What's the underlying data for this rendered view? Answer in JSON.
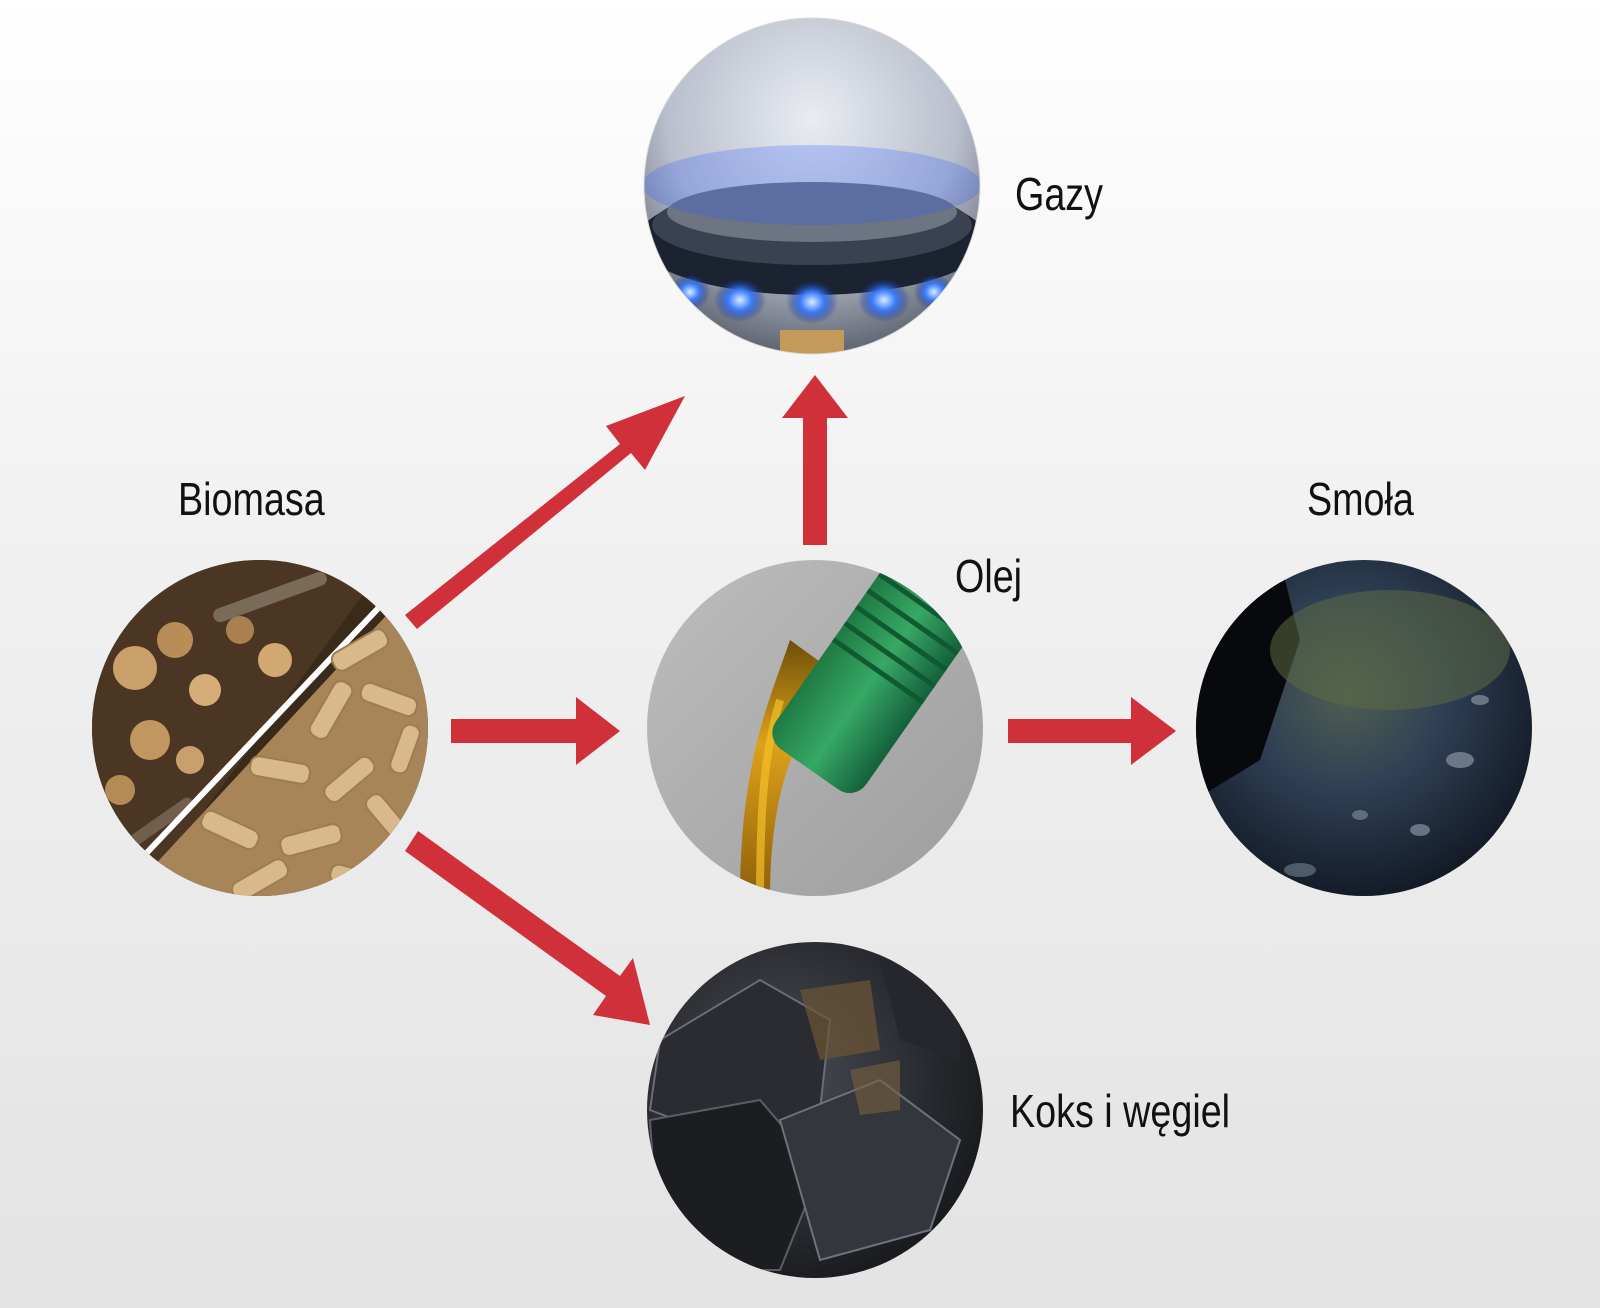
{
  "nodes": {
    "biomass": {
      "label": "Biomasa",
      "icon": "wood-and-pellets-photo"
    },
    "gas": {
      "label": "Gazy",
      "icon": "gas-flame-photo"
    },
    "oil": {
      "label": "Olej",
      "icon": "oil-pouring-photo"
    },
    "tar": {
      "label": "Smoła",
      "icon": "tar-photo"
    },
    "coke": {
      "label": "Koks i węgiel",
      "icon": "coal-photo"
    }
  },
  "edges": [
    {
      "from": "Biomasa",
      "to": "Gazy"
    },
    {
      "from": "Biomasa",
      "to": "Olej"
    },
    {
      "from": "Biomasa",
      "to": "Koks i węgiel"
    },
    {
      "from": "Olej",
      "to": "Gazy"
    },
    {
      "from": "Olej",
      "to": "Smoła"
    }
  ],
  "colors": {
    "arrow": "#d0303a",
    "label": "#111111"
  }
}
